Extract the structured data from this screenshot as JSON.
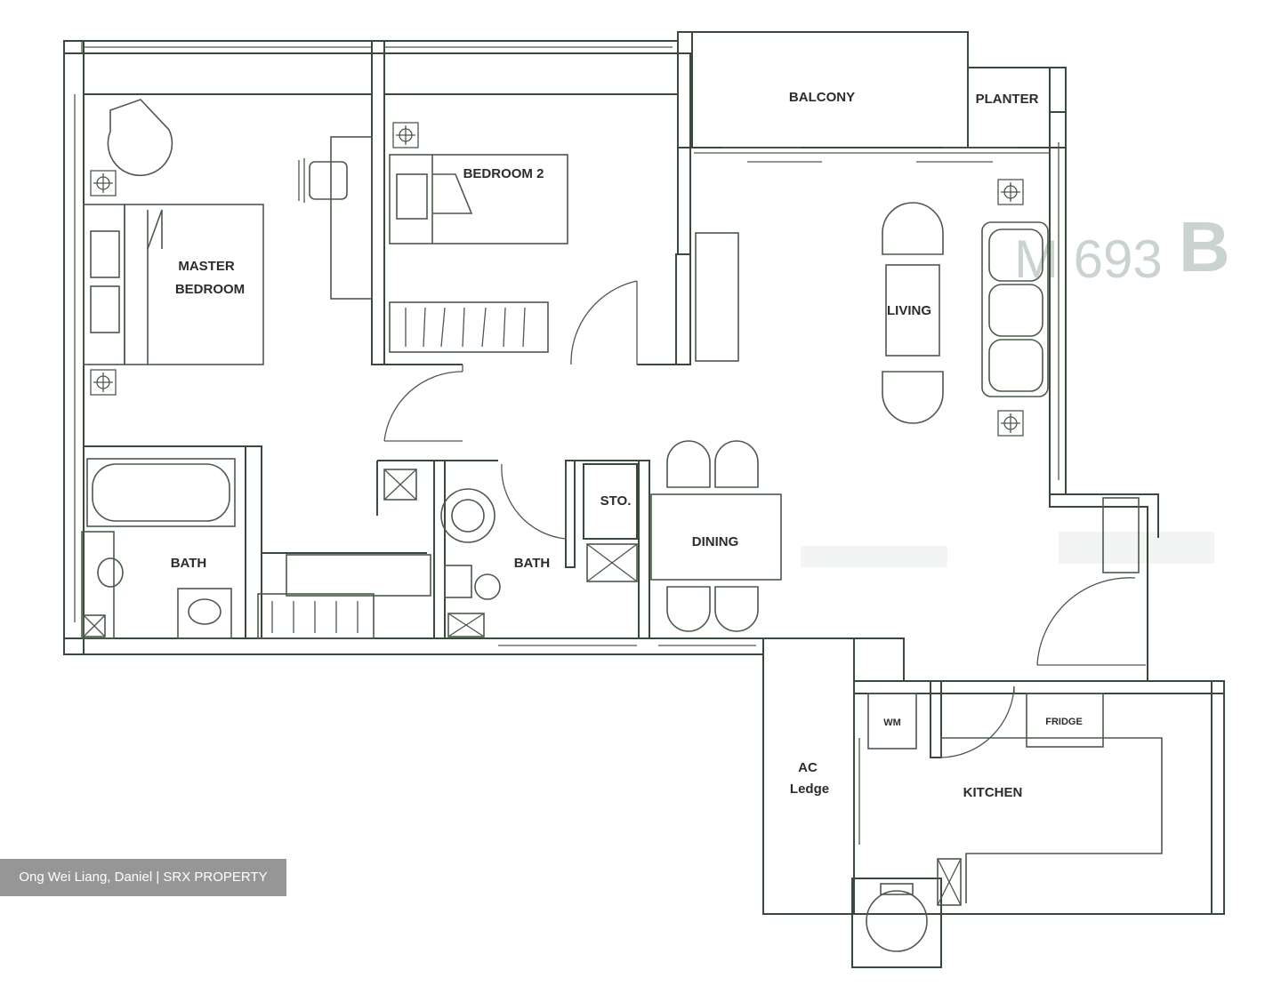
{
  "rooms": {
    "balcony": "BALCONY",
    "planter": "PLANTER",
    "bedroom2": "BEDROOM 2",
    "master_line1": "MASTER",
    "master_line2": "BEDROOM",
    "living": "LIVING",
    "bath1": "BATH",
    "bath2": "BATH",
    "store": "STO.",
    "dining": "DINING",
    "ac_line1": "AC",
    "ac_line2": "Ledge",
    "kitchen": "KITCHEN",
    "wm": "WM",
    "fridge": "FRIDGE"
  },
  "watermark": "Ong Wei Liang, Daniel | SRX PROPERTY",
  "colors": {
    "line": "#3a4a3a",
    "watermark_bg": "#787878"
  }
}
